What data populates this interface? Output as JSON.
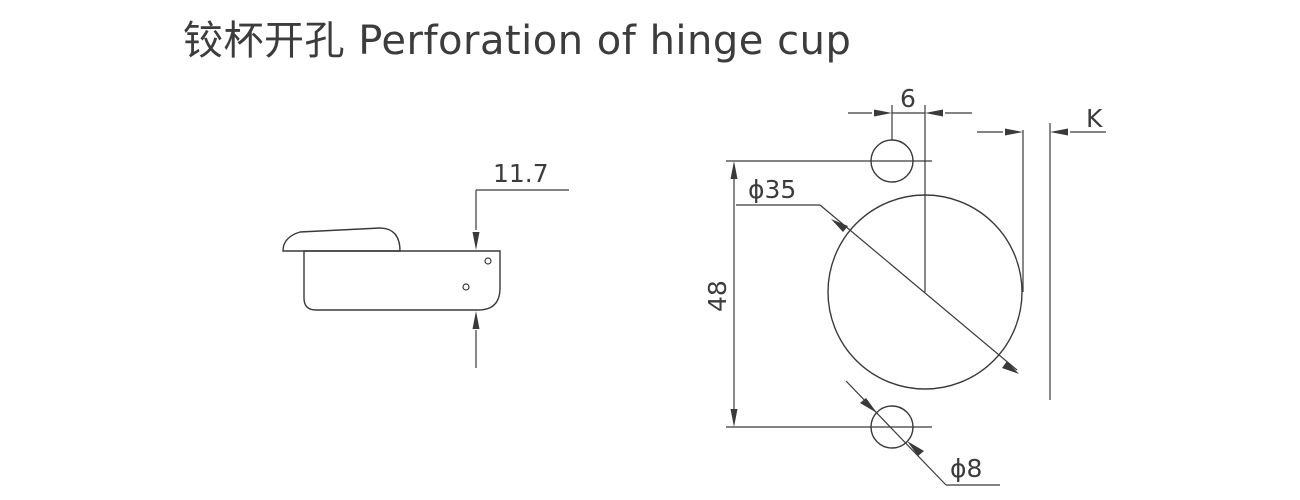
{
  "title": "铰杯开孔 Perforation of hinge cup",
  "dimensions": {
    "cup_depth": "11.7",
    "hole_spacing": "6",
    "edge_distance": "K",
    "cup_diameter": "ϕ35",
    "screw_spacing": "48",
    "screw_hole_diameter": "ϕ8"
  }
}
